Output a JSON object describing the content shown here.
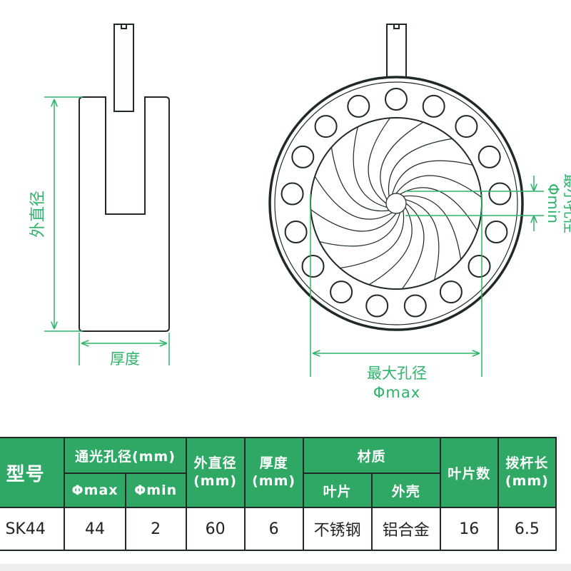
{
  "colors": {
    "accent": "#2fb36a",
    "header_bg": "#2fa866",
    "outline": "#1f2a26"
  },
  "drawing": {
    "side_view": {
      "outer_diameter_label": "外直径",
      "thickness_label": "厚度"
    },
    "front_view": {
      "min_aperture_label": "最小孔径",
      "min_aperture_symbol": "Φmin",
      "max_aperture_label": "最大孔径",
      "max_aperture_symbol": "Φmax",
      "blade_count": 16,
      "ring_hole_count": 17
    }
  },
  "table": {
    "headers": {
      "model": "型号",
      "clear_aperture": "通光孔径(mm)",
      "phi_max": "Φmax",
      "phi_min": "Φmin",
      "outer_diameter": "外直径",
      "outer_diameter_unit": "(mm)",
      "thickness": "厚度",
      "thickness_unit": "(mm)",
      "material": "材质",
      "blade": "叶片",
      "shell": "外壳",
      "blade_count": "叶片数",
      "lever": "拨杆长",
      "lever_unit": "(mm)"
    },
    "row": {
      "model": "SK44",
      "phi_max": "44",
      "phi_min": "2",
      "outer_diameter": "60",
      "thickness": "6",
      "blade_material": "不锈钢",
      "shell_material": "铝合金",
      "blade_count": "16",
      "lever_length": "6.5"
    }
  }
}
